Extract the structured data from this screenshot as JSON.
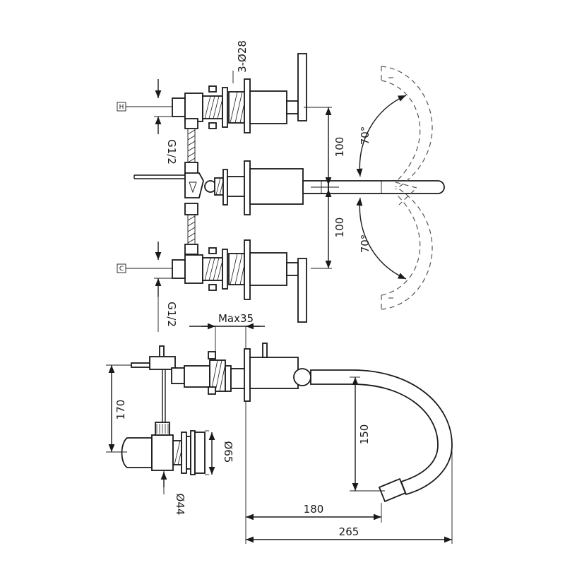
{
  "labels": {
    "hot_marker": "H",
    "cold_marker": "C",
    "holes": "3-Ø28",
    "thread_top": "G1/2",
    "thread_bottom": "G1/2",
    "pitch_top": "100",
    "pitch_bottom": "100",
    "angle_top": "70°",
    "angle_bottom": "70°",
    "max_deck": "Max35",
    "height_170": "170",
    "spout_150": "150",
    "waste_dia": "Ø65",
    "waste_body": "Ø44",
    "reach_180": "180",
    "total_265": "265"
  }
}
